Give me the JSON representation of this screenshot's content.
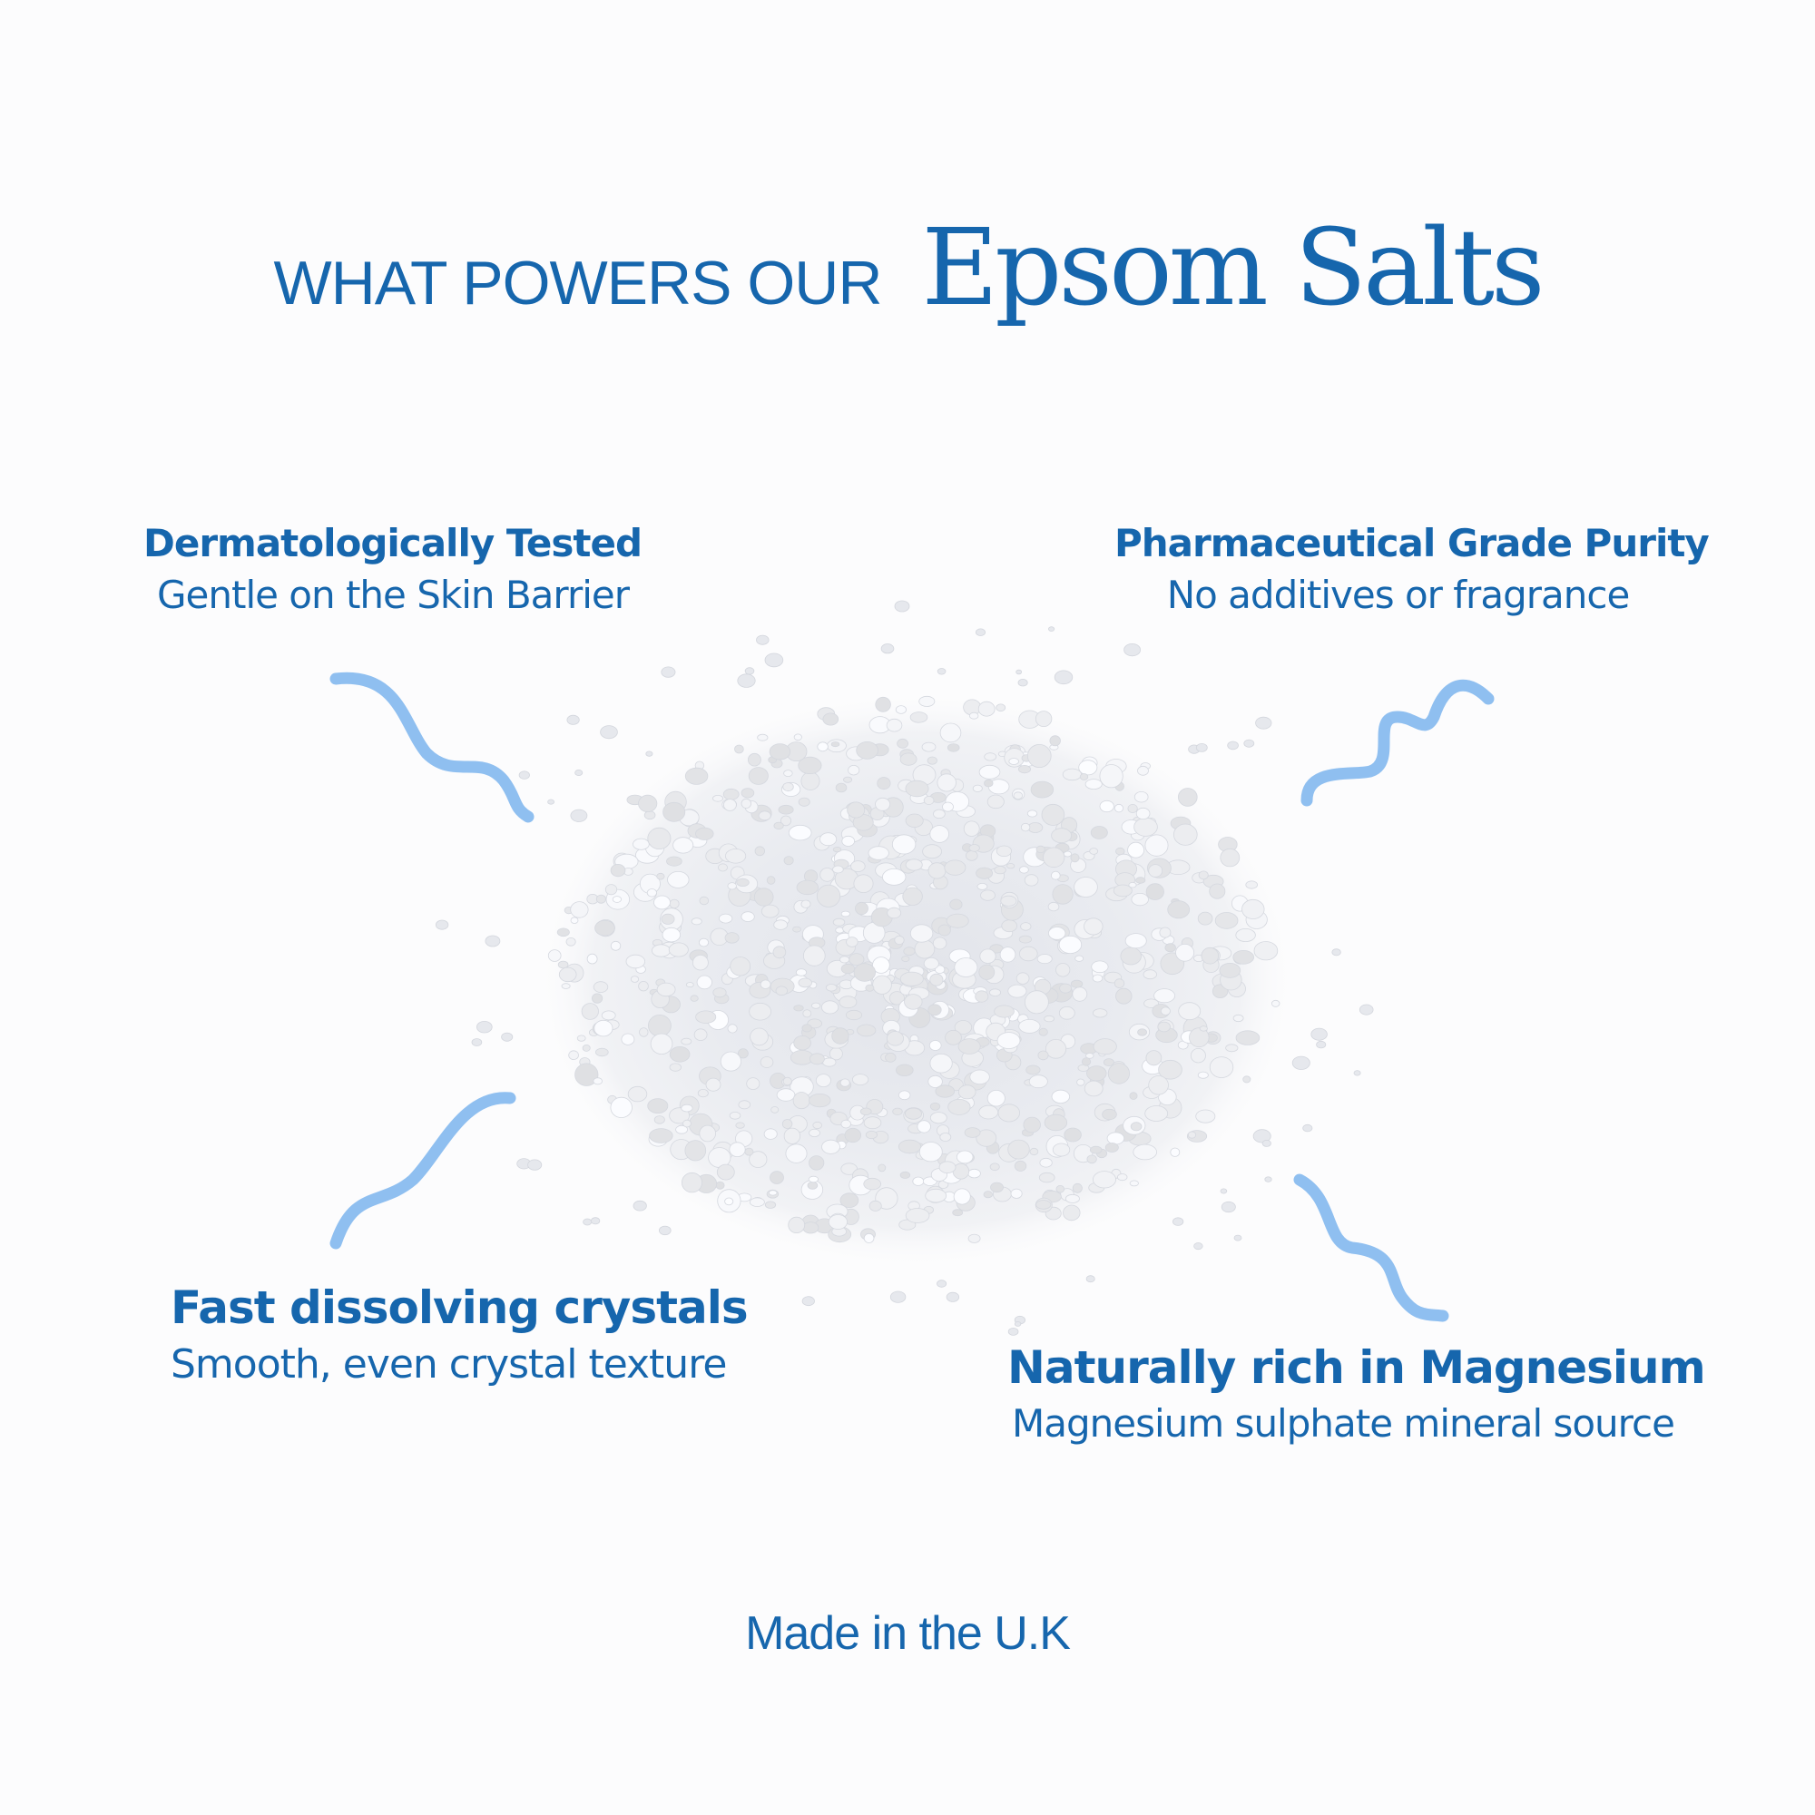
{
  "header": {
    "lead": "WHAT POWERS OUR",
    "script_title": "Epsom Salts"
  },
  "features": [
    {
      "title": "Dermatologically Tested",
      "subtitle": "Gentle on the Skin Barrier"
    },
    {
      "title": "Pharmaceutical Grade Purity",
      "subtitle": "No additives or fragrance"
    },
    {
      "title": "Fast dissolving crystals",
      "subtitle": "Smooth, even crystal texture"
    },
    {
      "title": "Naturally rich in Magnesium",
      "subtitle": "Magnesium sulphate mineral source"
    }
  ],
  "footer": {
    "text": "Made in the U.K"
  },
  "colors": {
    "brand_blue": "#1666ad",
    "squiggle_blue": "#8fbff0",
    "background": "#fcfcfd"
  },
  "image": {
    "subject": "pile of white salt crystals",
    "icon": "salt-crystal-pile"
  }
}
